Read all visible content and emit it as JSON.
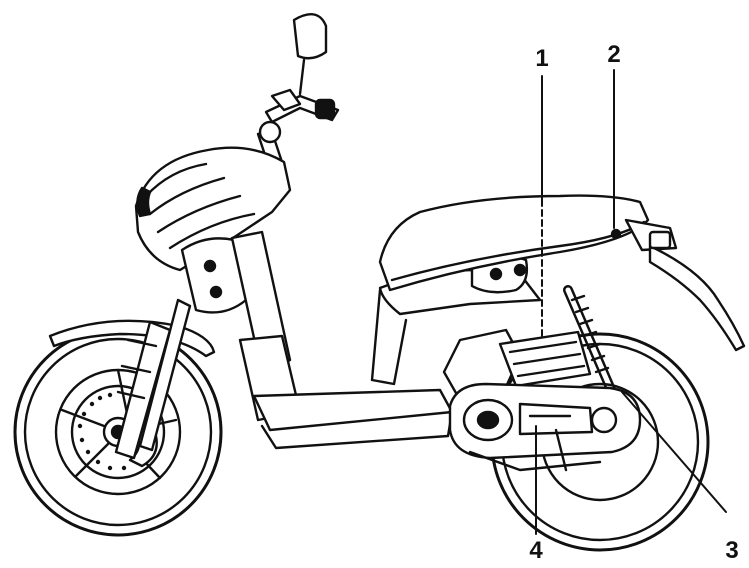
{
  "figure": {
    "subject": "scooter-side-view",
    "stroke_color": "#111111",
    "background_color": "#ffffff"
  },
  "callouts": [
    {
      "id": "1",
      "label": "1"
    },
    {
      "id": "2",
      "label": "2"
    },
    {
      "id": "3",
      "label": "3"
    },
    {
      "id": "4",
      "label": "4"
    }
  ]
}
